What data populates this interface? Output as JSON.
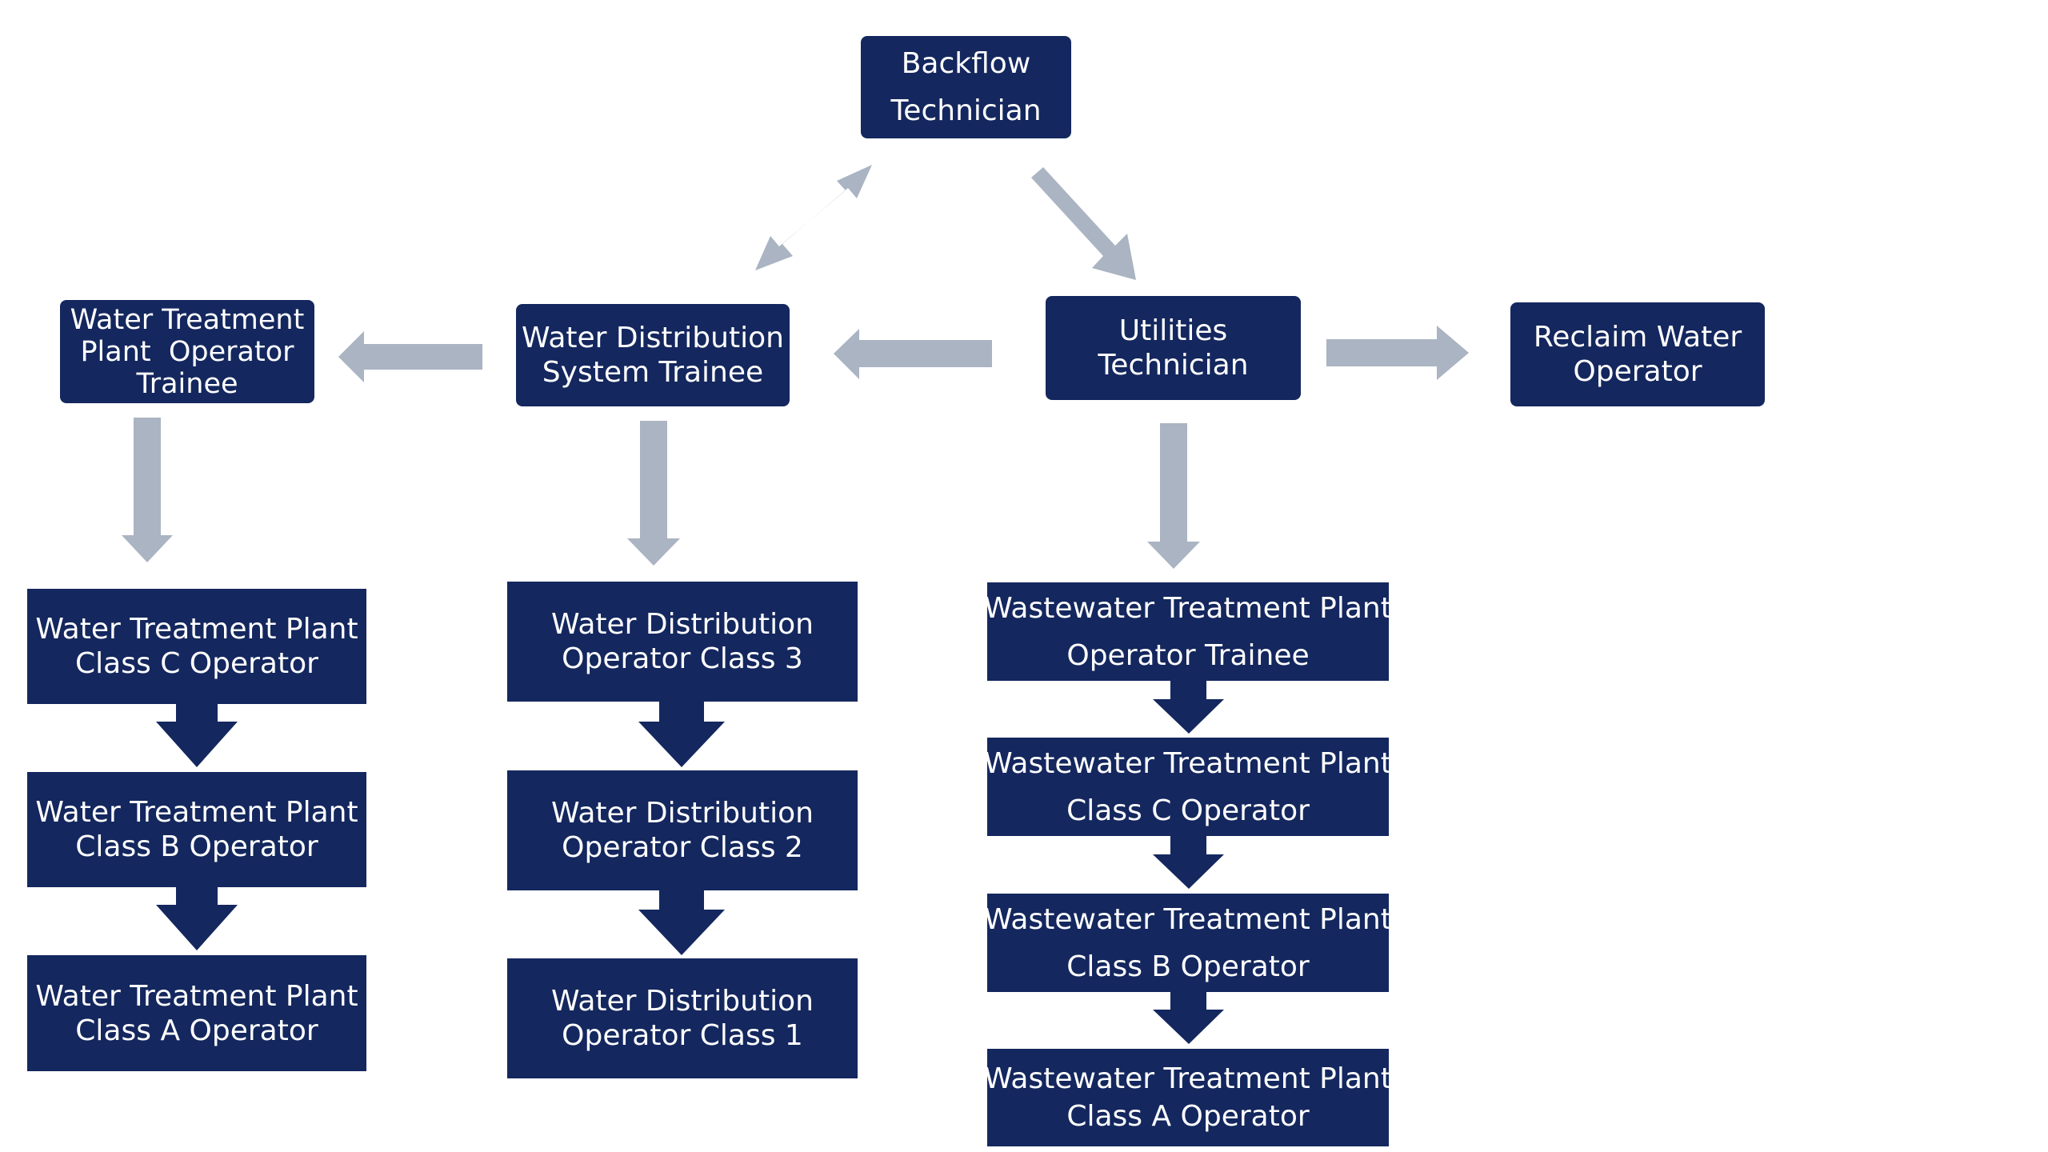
{
  "colors": {
    "box_fill": "#14275e",
    "box_text": "#ffffff",
    "connector_arrow": "#aab4c2",
    "step_arrow": "#14275e"
  },
  "nodes": {
    "backflow": [
      "Backflow",
      "Technician"
    ],
    "utilities": [
      "Utilities",
      "Technician"
    ],
    "reclaim": [
      "Reclaim Water",
      "Operator"
    ],
    "wd_trainee": [
      "Water Distribution",
      "System Trainee"
    ],
    "wtp_trainee": [
      "Water Treatment",
      "Plant  Operator",
      "Trainee"
    ],
    "wtp_c": [
      "Water Treatment Plant",
      "Class C Operator"
    ],
    "wtp_b": [
      "Water Treatment Plant",
      "Class B Operator"
    ],
    "wtp_a": [
      "Water Treatment Plant",
      "Class A Operator"
    ],
    "wd_3": [
      "Water Distribution",
      "Operator Class 3"
    ],
    "wd_2": [
      "Water Distribution",
      "Operator Class 2"
    ],
    "wd_1": [
      "Water Distribution",
      "Operator Class 1"
    ],
    "ww_trainee": [
      "Wastewater Treatment Plant",
      "Operator Trainee"
    ],
    "ww_c": [
      "Wastewater Treatment Plant",
      "Class C Operator"
    ],
    "ww_b": [
      "Wastewater Treatment Plant",
      "Class B Operator"
    ],
    "ww_a": [
      "Wastewater Treatment Plant",
      "Class A Operator"
    ]
  }
}
